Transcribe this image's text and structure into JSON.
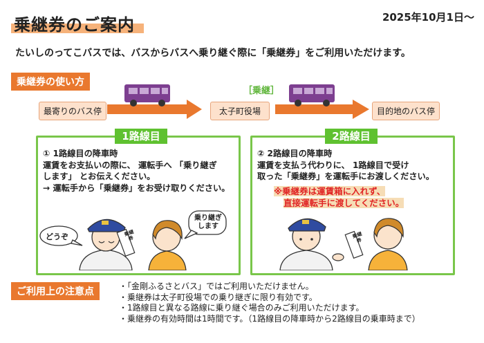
{
  "header": {
    "title": "乗継券のご案内",
    "date": "2025年10月1日〜"
  },
  "intro": "たいしのってこバスでは、バスからバスへ乗り継ぐ際に「乗継券」をご利用いただけます。",
  "usage": {
    "heading": "乗継券の使い方",
    "transfer_label": "［乗継］",
    "stops": [
      "最寄りのバス停",
      "太子町役場",
      "目的地のバス停"
    ]
  },
  "route1": {
    "badge": "1路線目",
    "lines": [
      "① 1路線目の降車時",
      "運賃をお支払いの際に、 運転手へ 「乗り継ぎ",
      "します」 とお伝えください。",
      "→ 運転手から「乗継券」をお受け取りください。"
    ],
    "bubble_driver": "どうぞ",
    "bubble_passenger_1": "乗り継ぎ",
    "bubble_passenger_2": "します",
    "ticket": "乗継券"
  },
  "route2": {
    "badge": "2路線目",
    "lines": [
      "② 2路線目の降車時",
      "運賃を支払う代わりに、 1路線目で受け",
      "取った「乗継券」を運転手にお渡しください。"
    ],
    "warning": [
      "※乗継券は運賃箱に入れず、",
      "直接運転手に渡してください。"
    ],
    "ticket": "乗継券"
  },
  "notes": {
    "heading": "ご利用上の注意点",
    "items": [
      "・「金剛ふるさとバス」ではご利用いただけません。",
      "・乗継券は太子町役場での乗り継ぎに限り有効です。",
      "・1路線目と異なる路線に乗り継ぐ場合のみご利用いただけます。",
      "・乗継券の有効時間は1時間です。（1路線目の降車時から2路線目の乗車時まで）"
    ]
  },
  "colors": {
    "accent_orange": "#e9782e",
    "accent_green": "#5fc130",
    "bus_purple": "#7d3f90",
    "warning_red": "#e02424"
  }
}
